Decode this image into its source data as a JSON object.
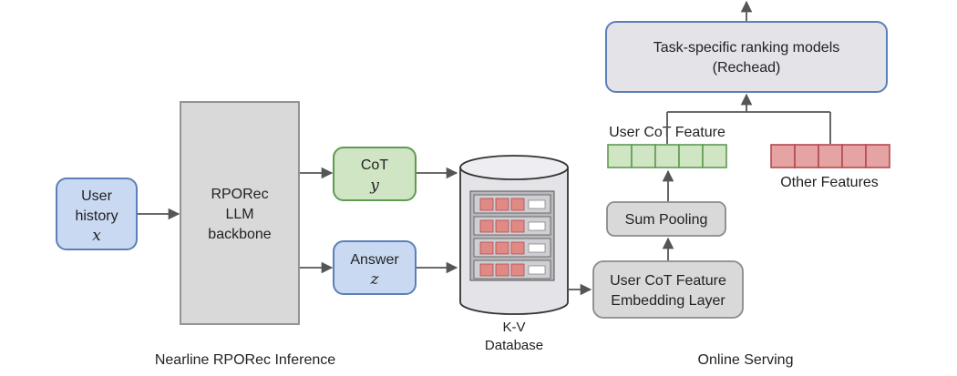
{
  "input": {
    "line1": "User",
    "line2": "history",
    "symbol": "x"
  },
  "backbone": {
    "line1": "RPORec",
    "line2": "LLM",
    "line3": "backbone"
  },
  "cot": {
    "label": "CoT",
    "symbol": "y"
  },
  "answer": {
    "label": "Answer",
    "symbol": "z"
  },
  "database": {
    "line1": "K-V",
    "line2": "Database"
  },
  "embedding": {
    "line1": "User CoT Feature",
    "line2": "Embedding Layer"
  },
  "pooling": {
    "label": "Sum Pooling"
  },
  "cot_feature": {
    "label": "User CoT Feature",
    "cells": 5
  },
  "other_features": {
    "label": "Other Features",
    "cells": 5
  },
  "ranking": {
    "line1": "Task-specific ranking models",
    "line2": "(Rechead)"
  },
  "sections": {
    "left": "Nearline RPORec Inference",
    "right": "Online Serving"
  },
  "colors": {
    "blue_fill": "#c9d9f2",
    "blue_stroke": "#5b7fb8",
    "green_fill": "#cfe5c4",
    "green_stroke": "#5f9a50",
    "red_fill": "#e5a3a3",
    "red_stroke": "#b5494e",
    "gray_fill": "#d9d9d9",
    "gray_stroke": "#8a8a8a",
    "light_gray_fill": "#e3e3e8"
  }
}
